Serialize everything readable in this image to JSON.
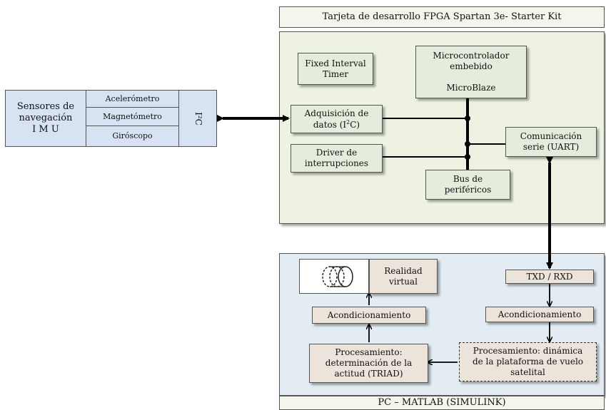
{
  "fpga_board": {
    "title": "Tarjeta de desarrollo FPGA Spartan 3e- Starter Kit",
    "fixed_timer": "Fixed Interval\nTimer",
    "microcontroller": "Microcontrolador\nembebido\n\nMicroBlaze",
    "acquisition_line1": "Adquisición de",
    "acquisition_line2a": "datos (I",
    "acquisition_sup": "2",
    "acquisition_line2b": "C)",
    "interrupts": "Driver de\ninterrupciones",
    "bus": "Bus de\nperiféricos",
    "uart": "Comunicación\nserie (UART)"
  },
  "imu": {
    "title": "Sensores de\nnavegación\nI M U",
    "sensors": [
      "Acelerómetro",
      "Magnetómetro",
      "Giróscopo"
    ],
    "interface": "I²C"
  },
  "pc": {
    "title": "PC – MATLAB (SIMULINK)",
    "txd_rxd": "TXD / RXD",
    "cond_right": "Acondicionamiento",
    "dynamics": "Procesamiento: dinámica\nde la plataforma de vuelo\nsatelital",
    "triad": "Procesamiento:\ndeterminación de la\nactitud (TRIAD)",
    "cond_left": "Acondicionamiento",
    "vr": "Realidad\nvirtual"
  }
}
